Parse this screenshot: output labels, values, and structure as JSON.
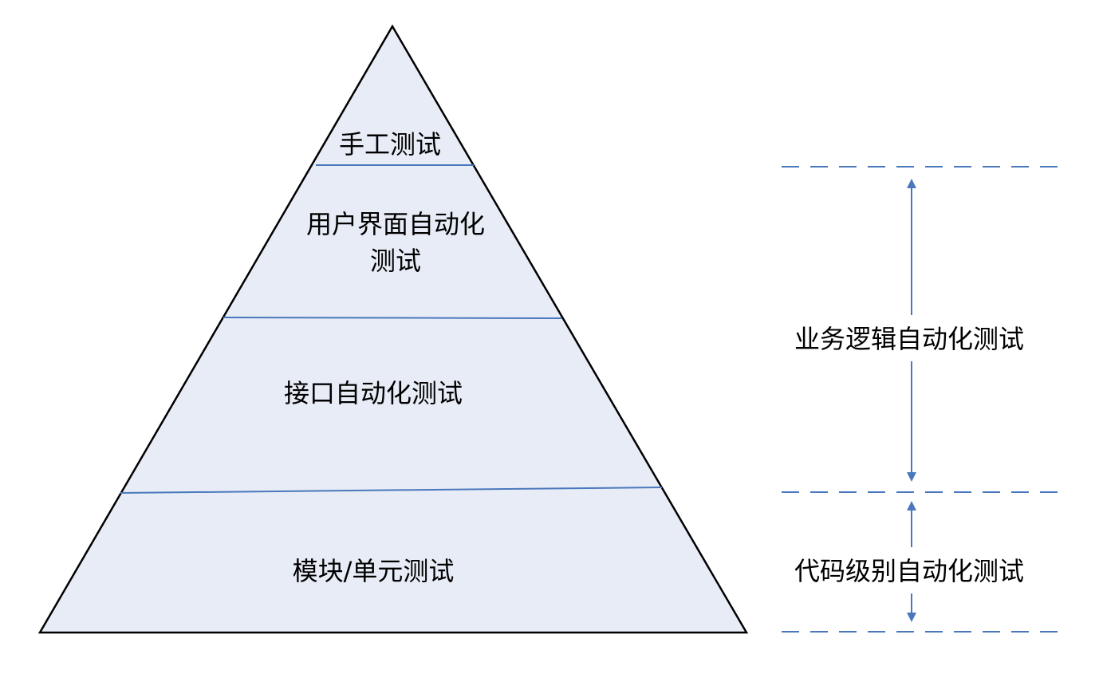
{
  "colors": {
    "pyramid_fill": "#e8ecf6",
    "pyramid_outline": "#000000",
    "layer_divider": "#4a78bd",
    "guide_line": "#4a78bd",
    "arrow": "#4a78bd",
    "text": "#000000"
  },
  "pyramid": {
    "layers": [
      {
        "label": "手工测试"
      },
      {
        "label_line1": "用户界面自动化",
        "label_line2": "测试"
      },
      {
        "label": "接口自动化测试"
      },
      {
        "label": "模块/单元测试"
      }
    ]
  },
  "side_scale": {
    "upper_range": {
      "label": "业务逻辑自动化测试"
    },
    "lower_range": {
      "label": "代码级别自动化测试"
    }
  }
}
